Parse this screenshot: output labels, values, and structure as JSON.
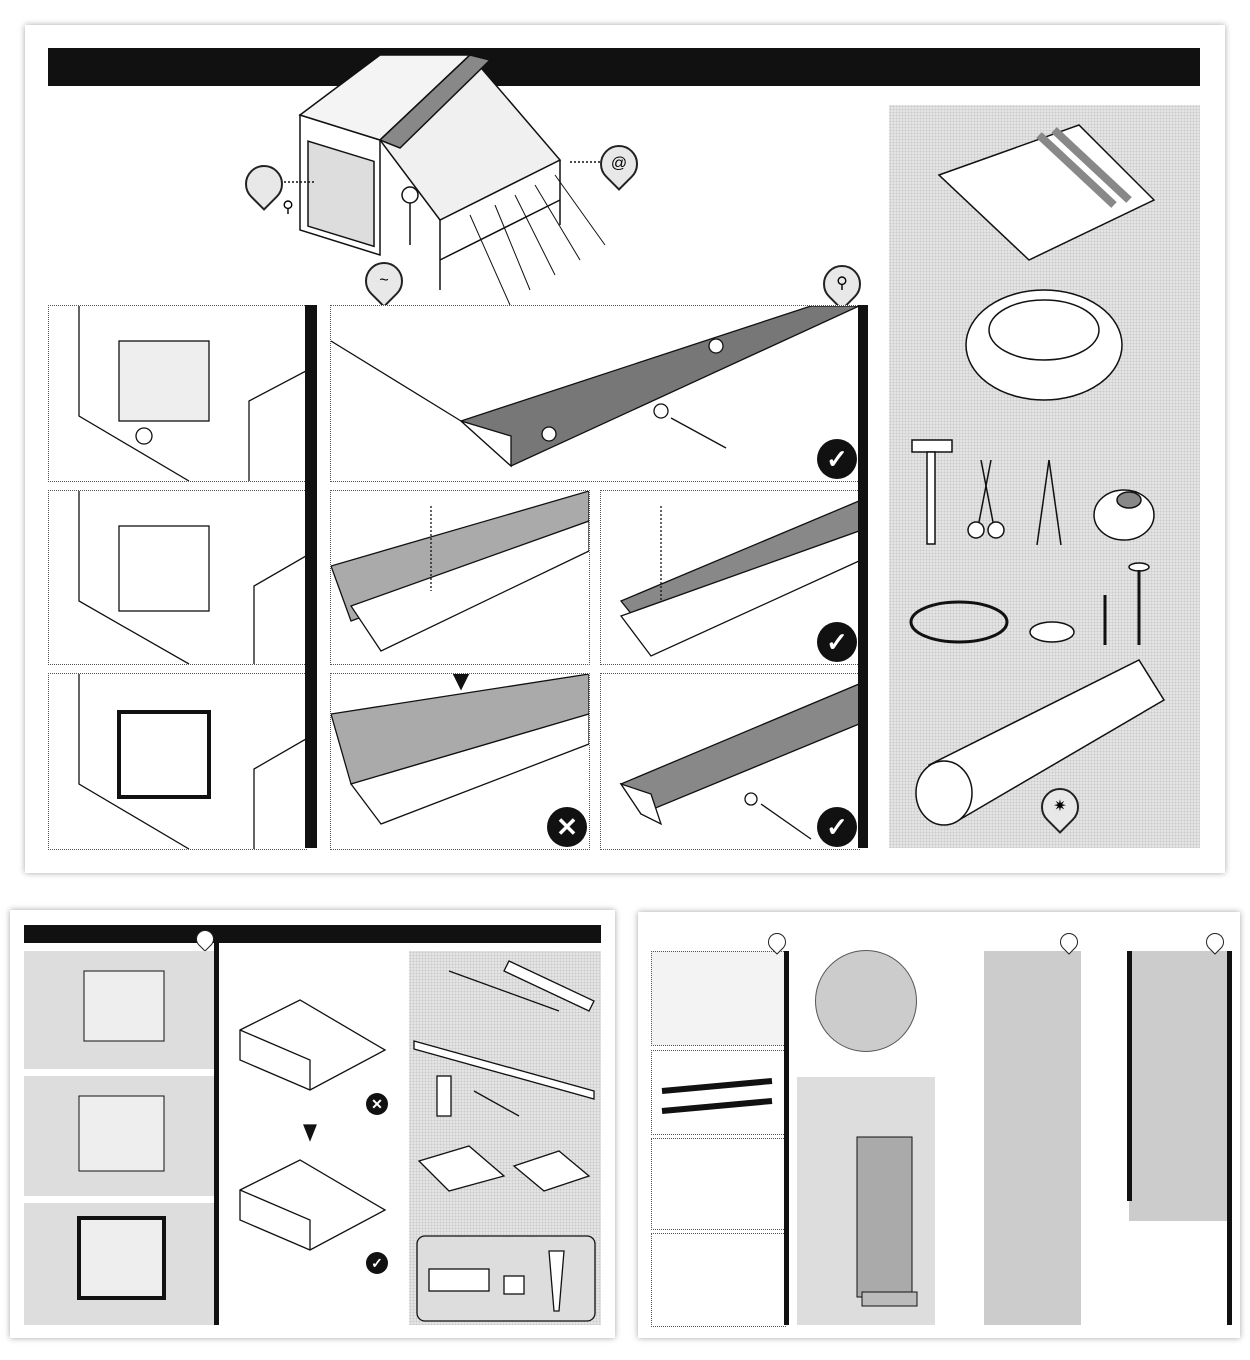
{
  "colors": {
    "ink": "#111111",
    "panel_gray": "#e4e4e4",
    "background": "#ffffff"
  },
  "main_sheet": {
    "markers": {
      "nail": "nail-icon",
      "spiral": "spiral-icon",
      "wave": "wave-icon",
      "nail_2": "nail-icon",
      "star": "star-icon"
    },
    "badges": {
      "ok": "✓",
      "bad": "✕"
    },
    "materials": [
      "folded-blanket",
      "rope-coil",
      "hammer",
      "scissors",
      "pliers",
      "duct-tape",
      "wire-coil",
      "mending-plate",
      "nail",
      "roofing-nail",
      "plastic-sheet-roll"
    ]
  },
  "sheet_two": {
    "badges": {
      "ok": "✓",
      "bad": "✕"
    },
    "materials": [
      "wooden-strip",
      "saw",
      "trowel",
      "spray-can",
      "screwdriver",
      "plastic-sheet",
      "blanket",
      "barrel-bolt",
      "padlock",
      "key",
      "hinge",
      "screw"
    ]
  },
  "sheet_three": {
    "markers": [
      "door-icon",
      "lock-icon",
      "lock-icon"
    ]
  }
}
